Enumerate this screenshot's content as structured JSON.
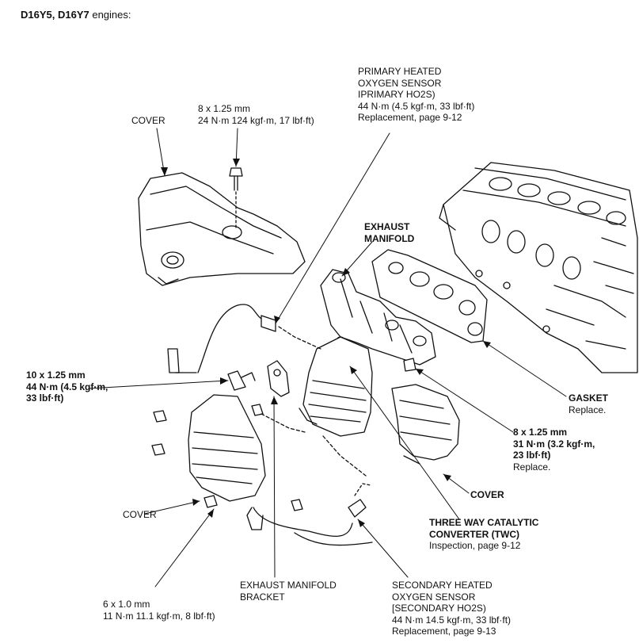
{
  "header": {
    "engines_bold": "D16Y5, D16Y7",
    "engines_suffix": " engines:"
  },
  "labels": {
    "primary_ho2s": [
      "PRIMARY HEATED",
      "OXYGEN SENSOR",
      "IPRIMARY HO2S)",
      "44 N·m (4.5 kgf·m, 33 lbf·ft)",
      "Replacement, page 9-12"
    ],
    "cover_top": "COVER",
    "bolt_top": [
      "8 x 1.25 mm",
      "24 N·m 124 kgf·m, 17 lbf·ft)"
    ],
    "exhaust_manifold": [
      "EXHAUST",
      "MANIFOLD"
    ],
    "bolt_left": [
      "10 x 1.25 mm",
      "44 N·m (4.5 kgf·m,",
      "33 lbf·ft)"
    ],
    "gasket": [
      "GASKET",
      "Replace."
    ],
    "nut_right": [
      "8 x 1.25 mm",
      "31 N·m (3.2 kgf·m,",
      "23 lbf·ft)",
      "Replace."
    ],
    "cover_right": "COVER",
    "cover_left": "COVER",
    "twc": [
      "THREE WAY CATALYTIC",
      "CONVERTER (TWC)",
      "Inspection, page 9-12"
    ],
    "bracket": [
      "EXHAUST MANIFOLD",
      "BRACKET"
    ],
    "bolt_bottom": [
      "6 x 1.0 mm",
      "11 N·m 11.1 kgf·m, 8 lbf·ft)"
    ],
    "secondary_ho2s": [
      "SECONDARY HEATED",
      "OXYGEN SENSOR",
      "[SECONDARY HO2S)",
      "44 N·m 14.5 kgf·m, 33 lbf·ft)",
      "Replacement, page 9-13"
    ]
  }
}
